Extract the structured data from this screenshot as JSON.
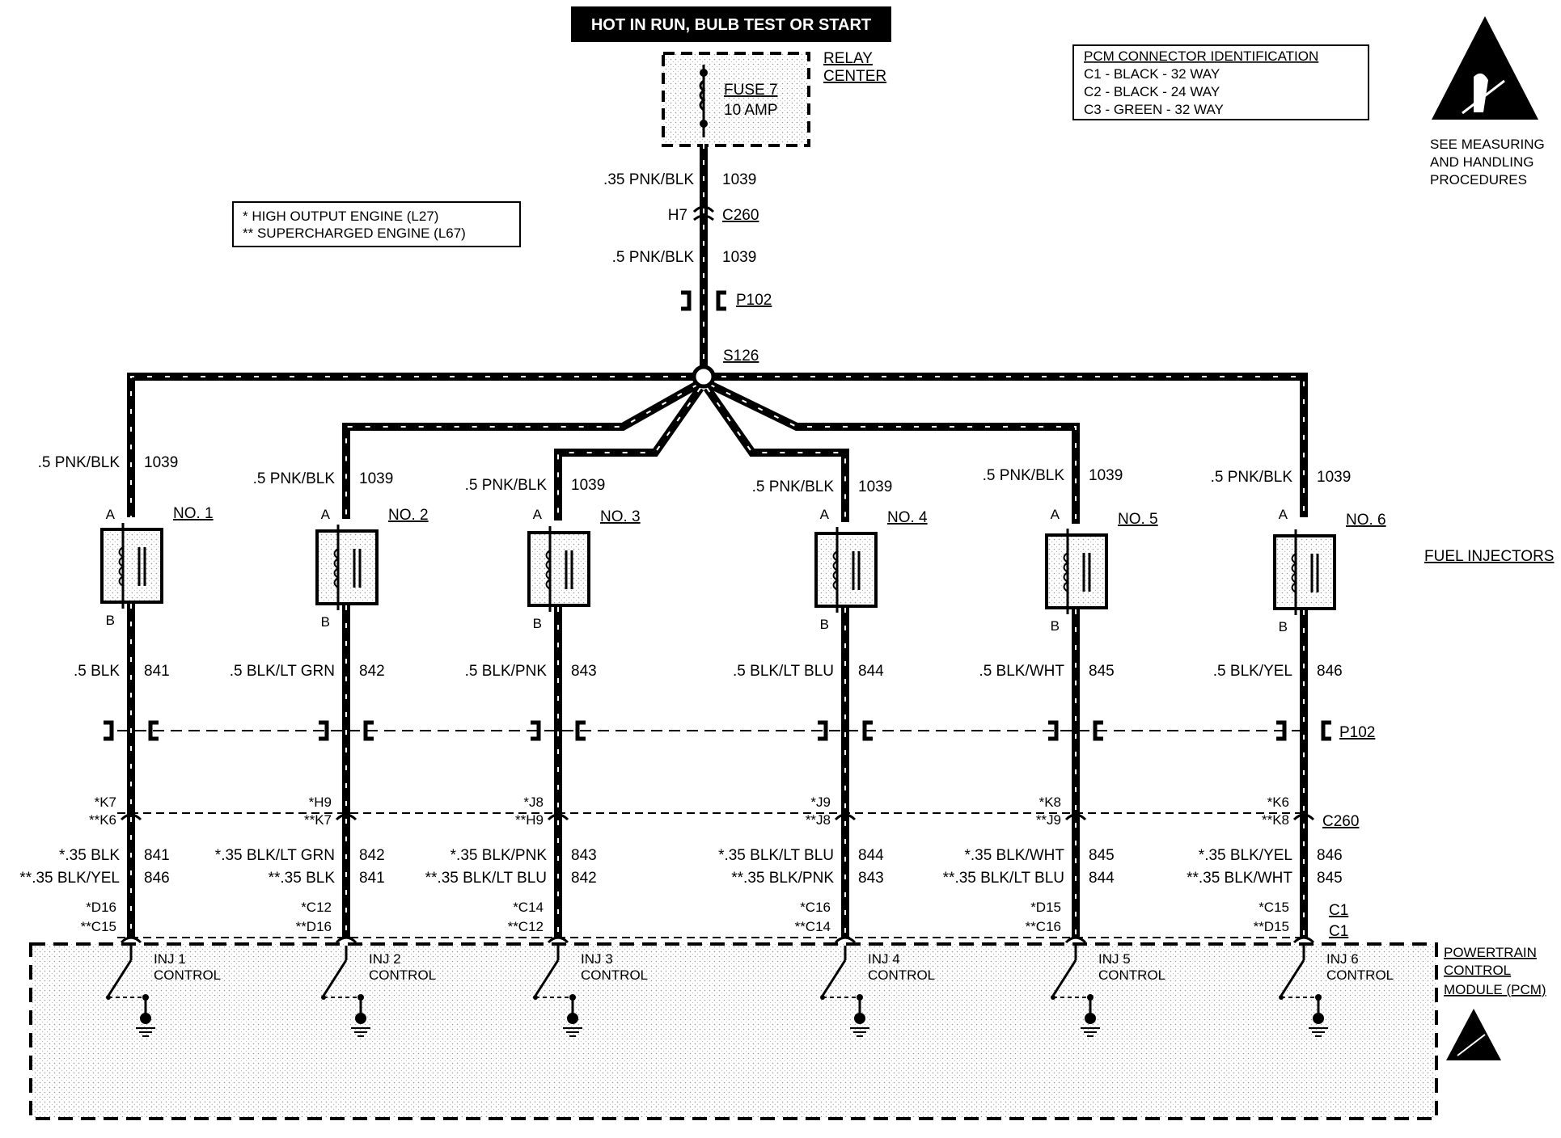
{
  "header": {
    "title": "HOT IN RUN, BULB TEST OR START"
  },
  "relay": {
    "line1": "RELAY",
    "line2": "CENTER",
    "fuse_name": "FUSE 7",
    "fuse_rating": "10 AMP"
  },
  "pcm_id": {
    "title": "PCM CONNECTOR IDENTIFICATION",
    "rows": [
      "C1 - BLACK - 32 WAY",
      "C2 - BLACK - 24 WAY",
      "C3 - GREEN - 32 WAY"
    ]
  },
  "esd": {
    "line1": "SEE MEASURING",
    "line2": "AND HANDLING",
    "line3": "PROCEDURES"
  },
  "legend": {
    "line1": "*  HIGH OUTPUT ENGINE (L27)",
    "line2": "**  SUPERCHARGED ENGINE (L67)"
  },
  "feed": {
    "wire1": ".35 PNK/BLK",
    "circuit1": "1039",
    "c260_pin": "H7",
    "c260": "C260",
    "wire2": ".5 PNK/BLK",
    "circuit2": "1039",
    "p102": "P102",
    "splice": "S126"
  },
  "fuel_injectors_label": "FUEL INJECTORS",
  "p102_right": "P102",
  "c260_right": "C260",
  "c1_a": "C1",
  "c1_b": "C1",
  "pin_a": "A",
  "pin_b": "B",
  "pcm": {
    "line1": "POWERTRAIN",
    "line2": "CONTROL",
    "line3": "MODULE (PCM)"
  },
  "injectors": [
    {
      "no": "NO. 1",
      "top_wire": ".5 PNK/BLK",
      "top_circ": "1039",
      "bot_wire": ".5 BLK",
      "bot_circ": "841",
      "c260a": "*K7",
      "c260b": "**K6",
      "w1": "*.35 BLK",
      "c1": "841",
      "w2": "**.35 BLK/YEL",
      "c2": "846",
      "p1": "*D16",
      "p2": "**C15",
      "ctl1": "INJ 1",
      "ctl2": "CONTROL"
    },
    {
      "no": "NO. 2",
      "top_wire": ".5 PNK/BLK",
      "top_circ": "1039",
      "bot_wire": ".5 BLK/LT GRN",
      "bot_circ": "842",
      "c260a": "*H9",
      "c260b": "**K7",
      "w1": "*.35 BLK/LT GRN",
      "c1": "842",
      "w2": "**.35 BLK",
      "c2": "841",
      "p1": "*C12",
      "p2": "**D16",
      "ctl1": "INJ 2",
      "ctl2": "CONTROL"
    },
    {
      "no": "NO. 3",
      "top_wire": ".5 PNK/BLK",
      "top_circ": "1039",
      "bot_wire": ".5 BLK/PNK",
      "bot_circ": "843",
      "c260a": "*J8",
      "c260b": "**H9",
      "w1": "*.35 BLK/PNK",
      "c1": "843",
      "w2": "**.35 BLK/LT BLU",
      "c2": "842",
      "p1": "*C14",
      "p2": "**C12",
      "ctl1": "INJ 3",
      "ctl2": "CONTROL"
    },
    {
      "no": "NO. 4",
      "top_wire": ".5 PNK/BLK",
      "top_circ": "1039",
      "bot_wire": ".5 BLK/LT BLU",
      "bot_circ": "844",
      "c260a": "*J9",
      "c260b": "**J8",
      "w1": "*.35 BLK/LT BLU",
      "c1": "844",
      "w2": "**.35 BLK/PNK",
      "c2": "843",
      "p1": "*C16",
      "p2": "**C14",
      "ctl1": "INJ 4",
      "ctl2": "CONTROL"
    },
    {
      "no": "NO. 5",
      "top_wire": ".5 PNK/BLK",
      "top_circ": "1039",
      "bot_wire": ".5 BLK/WHT",
      "bot_circ": "845",
      "c260a": "*K8",
      "c260b": "**J9",
      "w1": "*.35 BLK/WHT",
      "c1": "845",
      "w2": "**.35 BLK/LT BLU",
      "c2": "844",
      "p1": "*D15",
      "p2": "**C16",
      "ctl1": "INJ 5",
      "ctl2": "CONTROL"
    },
    {
      "no": "NO. 6",
      "top_wire": ".5 PNK/BLK",
      "top_circ": "1039",
      "bot_wire": ".5 BLK/YEL",
      "bot_circ": "846",
      "c260a": "*K6",
      "c260b": "**K8",
      "w1": "*.35 BLK/YEL",
      "c1": "846",
      "w2": "**.35 BLK/WHT",
      "c2": "845",
      "p1": "*C15",
      "p2": "**D15",
      "ctl1": "INJ 6",
      "ctl2": "CONTROL"
    }
  ]
}
